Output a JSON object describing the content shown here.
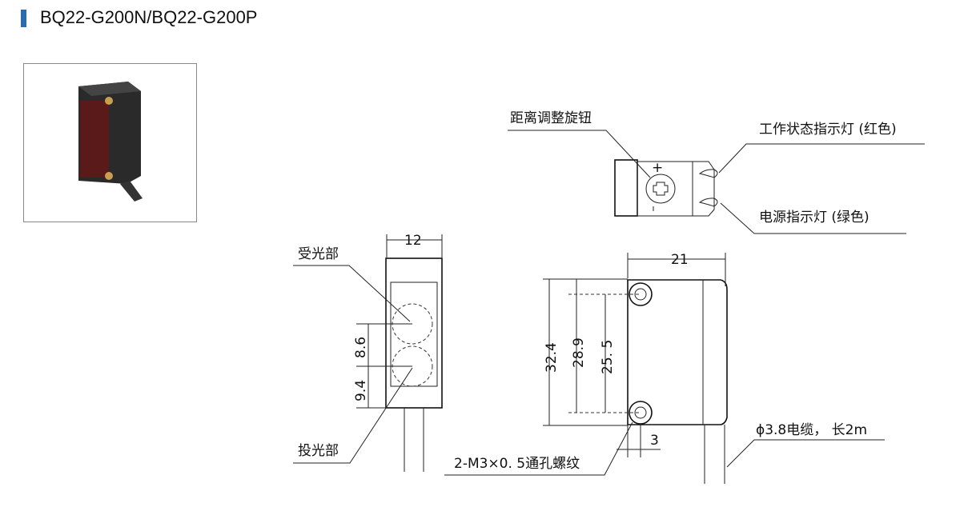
{
  "header": {
    "title": "BQ22-G200N/BQ22-G200P",
    "accent": "#2b6cb0"
  },
  "labels": {
    "distance_knob": "距离调整旋钮",
    "work_indicator": "工作状态指示灯 (红色)",
    "power_indicator": "电源指示灯 (绿色)",
    "receiver": "受光部",
    "emitter": "投光部",
    "mount_holes": "2-M3×0. 5通孔螺纹",
    "cable": "ϕ3.8电缆， 长2m"
  },
  "dimensions": {
    "front_width": "12",
    "lens_spacing": "8.6",
    "lens_bottom": "9.4",
    "side_width": "21",
    "height_total": "32.4",
    "height_mid": "28.9",
    "hole_pitch": "25. 5",
    "hole_offset": "3"
  }
}
